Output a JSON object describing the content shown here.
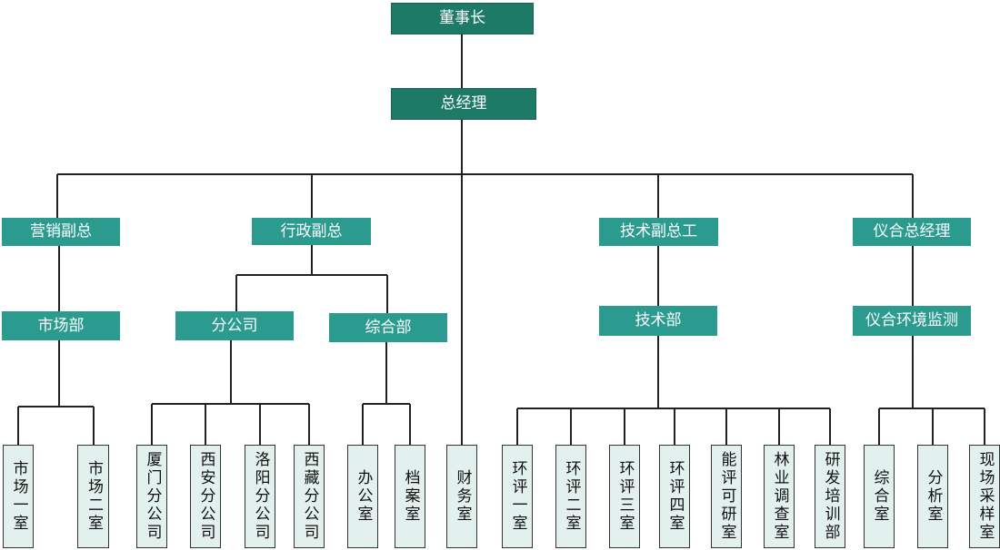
{
  "top": {
    "chairman": "董事长",
    "gm": "总经理"
  },
  "vps": {
    "marketing": "营销副总",
    "admin": "行政副总",
    "tech": "技术副总工",
    "instrument": "仪合总经理"
  },
  "departments": {
    "market": "市场部",
    "branches": "分公司",
    "general": "综合部",
    "tech": "技术部",
    "monitoring": "仪合环境监测"
  },
  "leaves": {
    "market_1": "市场一室",
    "market_2": "市场二室",
    "xiamen": "厦门分公司",
    "xian": "西安分公司",
    "luoyang": "洛阳分公司",
    "xizang": "西藏分公司",
    "office": "办公室",
    "archives": "档案室",
    "finance": "财务室",
    "env_1": "环评一室",
    "env_2": "环评二室",
    "env_3": "环评三室",
    "env_4": "环评四室",
    "energy": "能评可研室",
    "forestry": "林业调查室",
    "rnd": "研发培训部",
    "general_room": "综合室",
    "analysis": "分析室",
    "sampling": "现场采样室"
  },
  "colors": {
    "top_fill": "#1d7a66",
    "mid_fill": "#2a9b8e",
    "leaf_fill": "#e3f1ee",
    "line": "#222222"
  }
}
